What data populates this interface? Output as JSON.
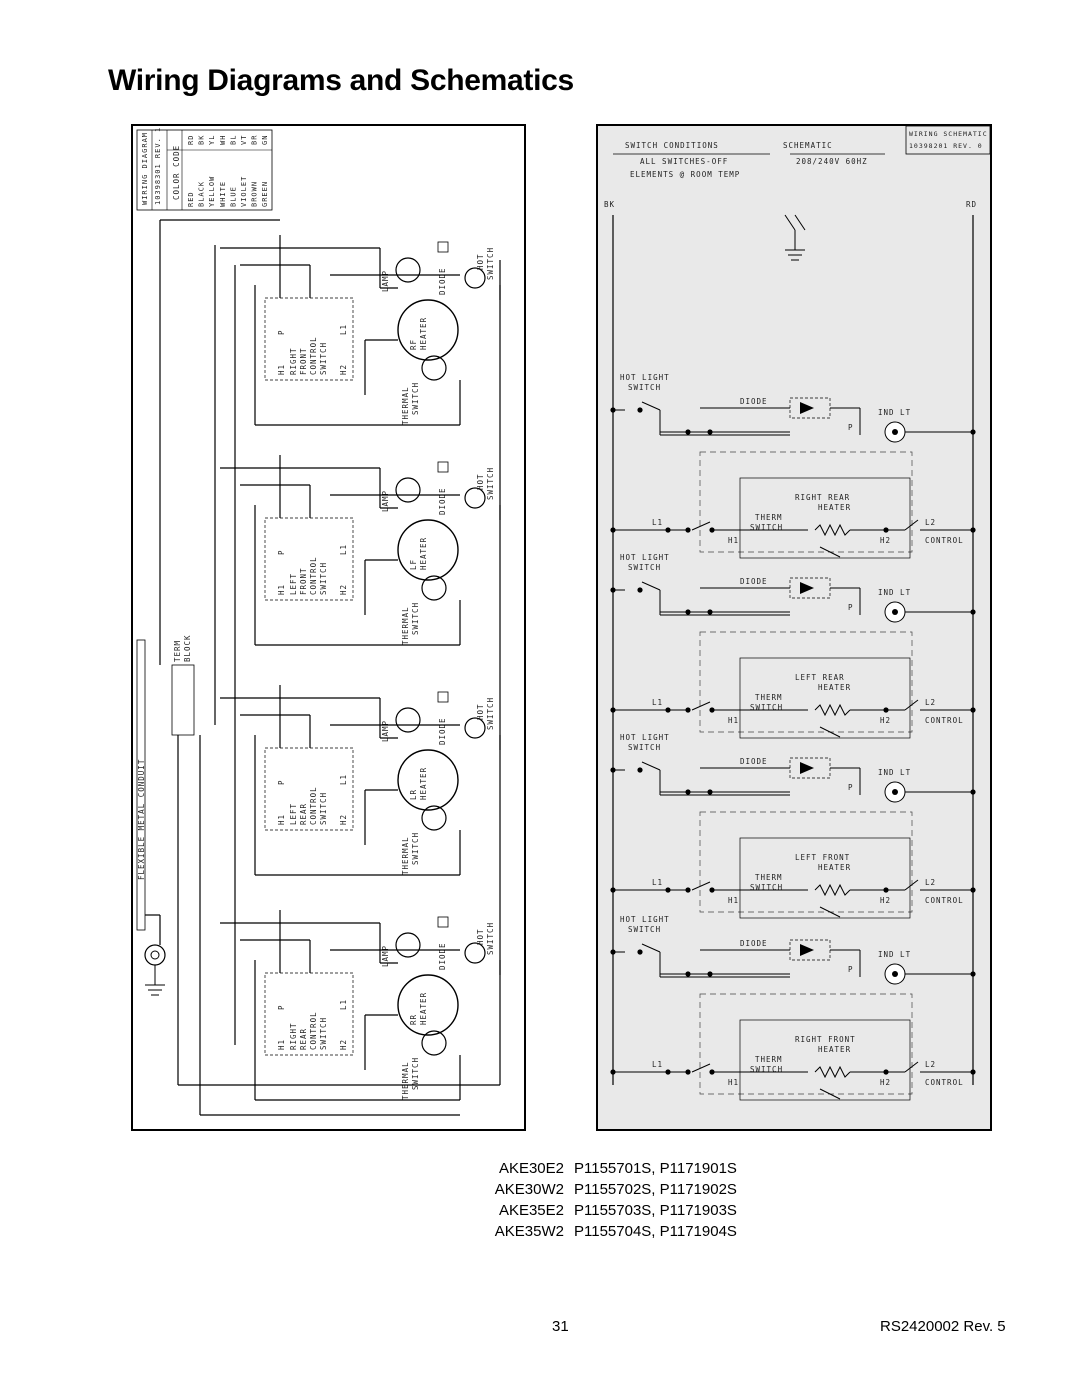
{
  "title": "Wiring Diagrams and Schematics",
  "wiring_diagram": {
    "header": [
      "WIRING DIAGRAM",
      "10398301 REV. 1"
    ],
    "color_code_title": "COLOR CODE",
    "color_codes": [
      {
        "name": "RED",
        "code": "RD"
      },
      {
        "name": "BLACK",
        "code": "BK"
      },
      {
        "name": "YELLOW",
        "code": "YL"
      },
      {
        "name": "WHITE",
        "code": "WH"
      },
      {
        "name": "BLUE",
        "code": "BL"
      },
      {
        "name": "VIOLET",
        "code": "VT"
      },
      {
        "name": "BROWN",
        "code": "BR"
      },
      {
        "name": "GREEN",
        "code": "GN"
      }
    ],
    "conduit_label": "FLEXIBLE METAL CONDUIT",
    "term_block_label": "TERM BLOCK",
    "switch_labels": [
      [
        "RIGHT",
        "FRONT",
        "CONTROL",
        "SWITCH"
      ],
      [
        "LEFT",
        "FRONT",
        "CONTROL",
        "SWITCH"
      ],
      [
        "LEFT",
        "REAR",
        "CONTROL",
        "SWITCH"
      ],
      [
        "RIGHT",
        "REAR",
        "CONTROL",
        "SWITCH"
      ]
    ],
    "heater_labels": [
      [
        "RF",
        "HEATER"
      ],
      [
        "LF",
        "HEATER"
      ],
      [
        "LR",
        "HEATER"
      ],
      [
        "RR",
        "HEATER"
      ]
    ],
    "lamp_label": "LAMP",
    "diode_label": "DIODE",
    "hot_switch_label": [
      "HOT",
      "SWITCH"
    ],
    "thermal_switch_label": [
      "THERMAL",
      "SWITCH"
    ]
  },
  "schematic": {
    "header": [
      "WIRING SCHEMATIC",
      "10398201 REV. 0"
    ],
    "switch_conditions": [
      "SWITCH CONDITIONS",
      "ALL SWITCHES-OFF",
      "ELEMENTS @ ROOM TEMP"
    ],
    "schematic_label": "SCHEMATIC",
    "voltage": "208/240V 60HZ",
    "line_left": "BK",
    "line_right": "RD",
    "hot_light_switch": [
      "HOT LIGHT",
      "SWITCH"
    ],
    "diode": "DIODE",
    "ind_lt": "IND LT",
    "therm_switch": [
      "THERM",
      "SWITCH"
    ],
    "heater": "HEATER",
    "control": "CONTROL",
    "sections": [
      "RIGHT REAR",
      "LEFT REAR",
      "LEFT FRONT",
      "RIGHT FRONT"
    ]
  },
  "models": [
    {
      "model": "AKE30E2",
      "parts": "P1155701S, P1171901S"
    },
    {
      "model": "AKE30W2",
      "parts": "P1155702S, P1171902S"
    },
    {
      "model": "AKE35E2",
      "parts": "P1155703S, P1171903S"
    },
    {
      "model": "AKE35W2",
      "parts": "P1155704S, P1171904S"
    }
  ],
  "page_number": "31",
  "doc_number": "RS2420002   Rev. 5"
}
